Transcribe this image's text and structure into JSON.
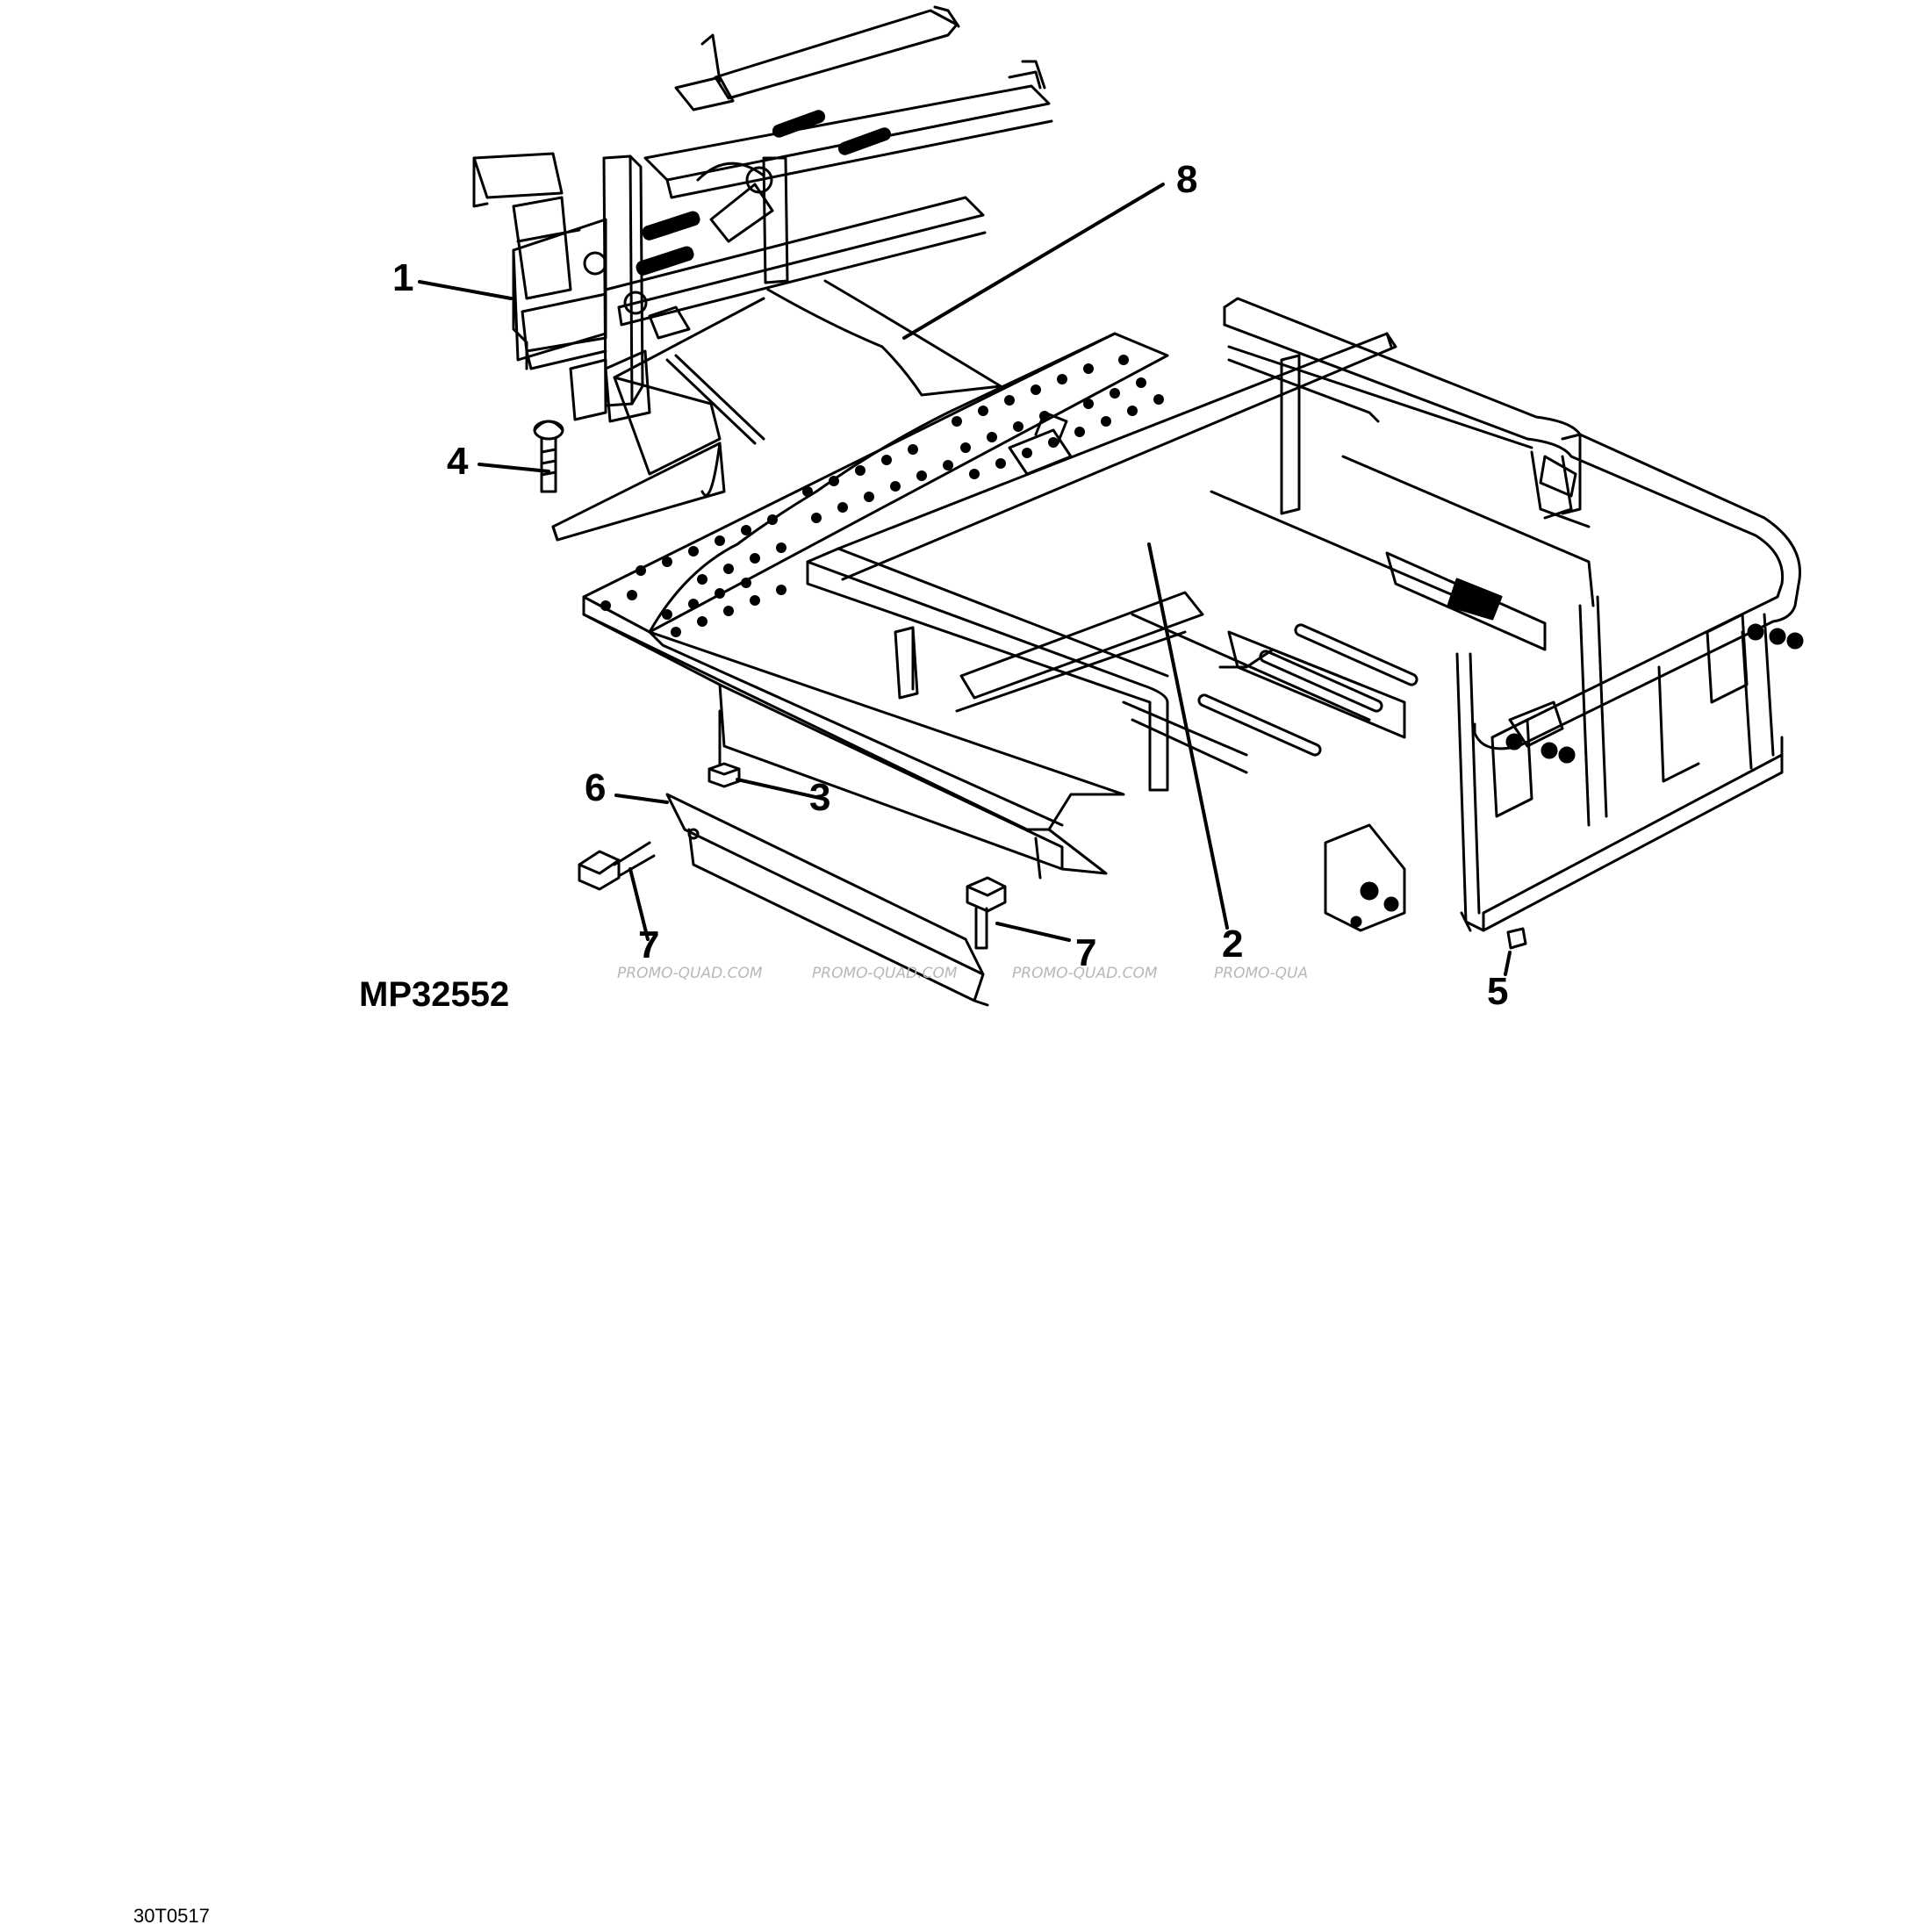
{
  "figure_id": "MP32552",
  "document_code": "30T0517",
  "callouts": {
    "c1": "1",
    "c2": "2",
    "c3": "3",
    "c4": "4",
    "c5": "5",
    "c6": "6",
    "c7a": "7",
    "c7b": "7",
    "c8": "8"
  },
  "watermarks": [
    "PROMO-QUAD.COM",
    "PROMO-QUAD.COM",
    "PROMO-QUAD.COM",
    "PROMO-QUA"
  ]
}
